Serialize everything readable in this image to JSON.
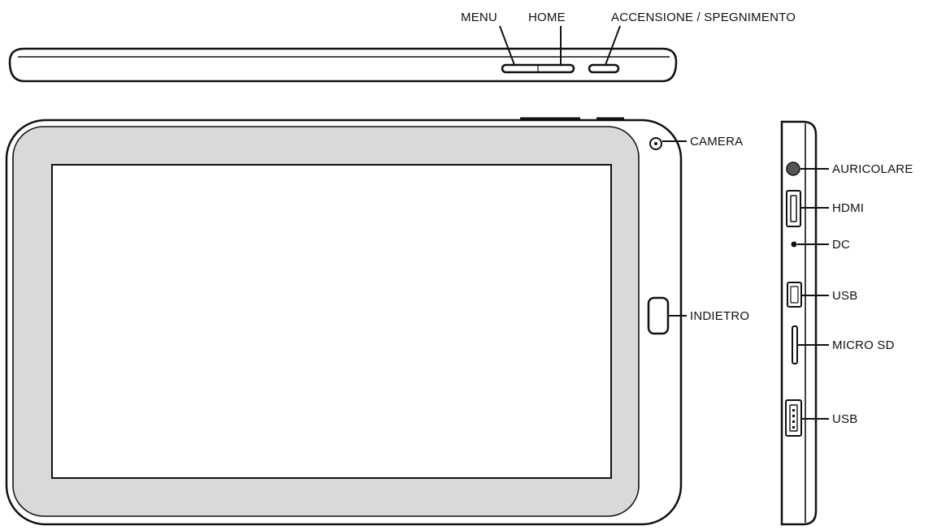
{
  "labels": {
    "menu": "MENU",
    "home": "HOME",
    "power": "ACCENSIONE / SPEGNIMENTO",
    "camera": "CAMERA",
    "back": "INDIETRO",
    "headphone": "AURICOLARE",
    "hdmi": "HDMI",
    "dc": "DC",
    "usb_mini": "USB",
    "micro_sd": "MICRO SD",
    "usb": "USB"
  },
  "colors": {
    "outline": "#111111",
    "bezel": "#d9d9d9",
    "screen": "#ffffff",
    "background": "#ffffff"
  }
}
